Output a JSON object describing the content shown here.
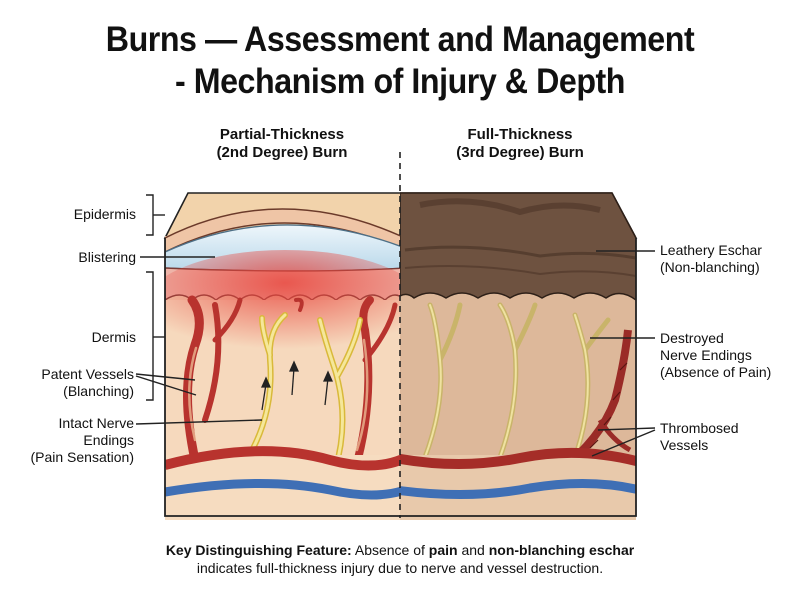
{
  "title": {
    "line1": "Burns — Assessment and Management",
    "line2": "- Mechanism of Injury & Depth"
  },
  "columns": {
    "left": {
      "line1": "Partial-Thickness",
      "line2": "(2nd Degree) Burn"
    },
    "right": {
      "line1": "Full-Thickness",
      "line2": "(3rd Degree) Burn"
    }
  },
  "left_labels": {
    "epidermis": "Epidermis",
    "blistering": "Blistering",
    "dermis": "Dermis",
    "patent_vessels_1": "Patent Vessels",
    "patent_vessels_2": "(Blanching)",
    "intact_nerve_1": "Intact Nerve",
    "intact_nerve_2": "Endings",
    "intact_nerve_3": "(Pain Sensation)"
  },
  "right_labels": {
    "eschar_1": "Leathery Eschar",
    "eschar_2": "(Non-blanching)",
    "destroyed_1": "Destroyed",
    "destroyed_2": "Nerve Endings",
    "destroyed_3": "(Absence of Pain)",
    "thrombosed_1": "Thrombosed",
    "thrombosed_2": "Vessels"
  },
  "footer": {
    "key_label": "Key Distinguishing Feature:",
    "t1": " Absence of ",
    "b1": "pain",
    "t2": " and ",
    "b2": "non-blanching eschar",
    "line2": "indicates full-thickness injury due to nerve and vessel destruction."
  },
  "colors": {
    "skin": "#f2d3ab",
    "dermis_left": "#f1c7a8",
    "dermis_right": "#ddb89a",
    "blister": "#cfe4ef",
    "eschar": "#6e5240",
    "vessel": "#b8332e",
    "nerve": "#f0e08a",
    "vein": "#3f6fb5"
  }
}
